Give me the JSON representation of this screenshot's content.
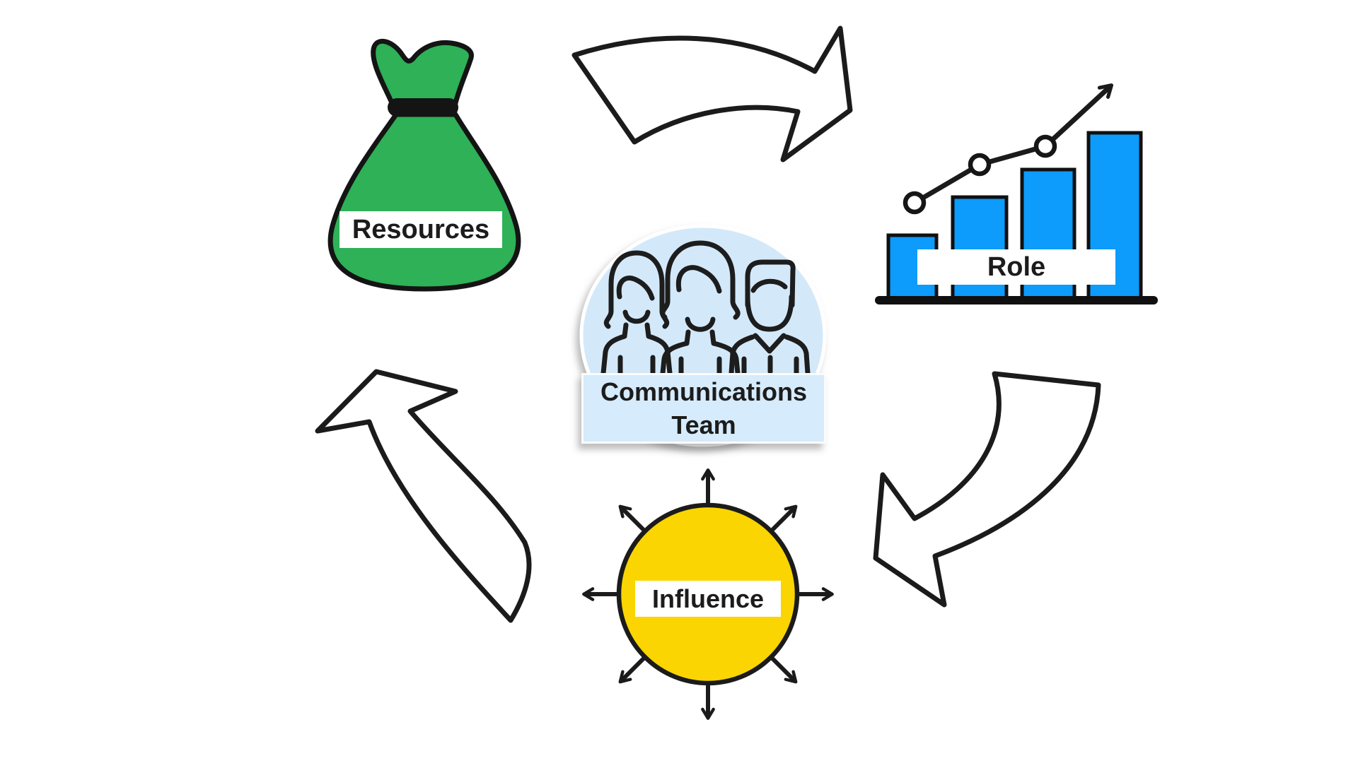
{
  "diagram": {
    "background": "#ffffff",
    "outline_color": "#1b1b1b",
    "text_color": "#1c1c1c",
    "center": {
      "label": "Communications Team",
      "icon": "team-people-icon",
      "circle_color": "#d3e9fa",
      "label_box_color": "#d6ebfb"
    },
    "nodes": [
      {
        "id": "resources",
        "label": "Resources",
        "icon": "money-bag-icon",
        "fill": "#2eb157",
        "label_bg": "#ffffff"
      },
      {
        "id": "role",
        "label": "Role",
        "icon": "growth-bar-chart-icon",
        "fill": "#0d9bfc",
        "label_bg": "#ffffff"
      },
      {
        "id": "influence",
        "label": "Influence",
        "icon": "radiating-arrows-circle-icon",
        "fill": "#fbd501",
        "label_bg": "#ffffff"
      }
    ],
    "arrows": [
      {
        "id": "resources-to-role",
        "icon": "curved-block-arrow-icon"
      },
      {
        "id": "role-to-influence",
        "icon": "curved-block-arrow-icon"
      },
      {
        "id": "influence-to-resources",
        "icon": "curved-block-arrow-icon"
      }
    ]
  }
}
